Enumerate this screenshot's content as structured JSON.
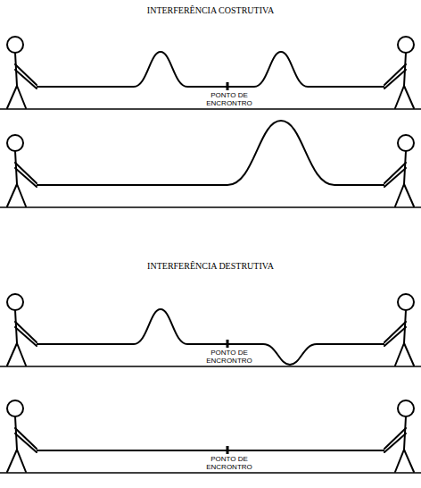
{
  "diagram": {
    "labels": [
      "INTERFERÊNCIA COSTRUTIVA",
      "PONTO DE ENCRONTRO",
      "INTERFERÊNCIA DESTRUTIVA",
      "PONTO DE ENCRONTRO",
      "PONTO DE ENCRONTRO"
    ]
  }
}
